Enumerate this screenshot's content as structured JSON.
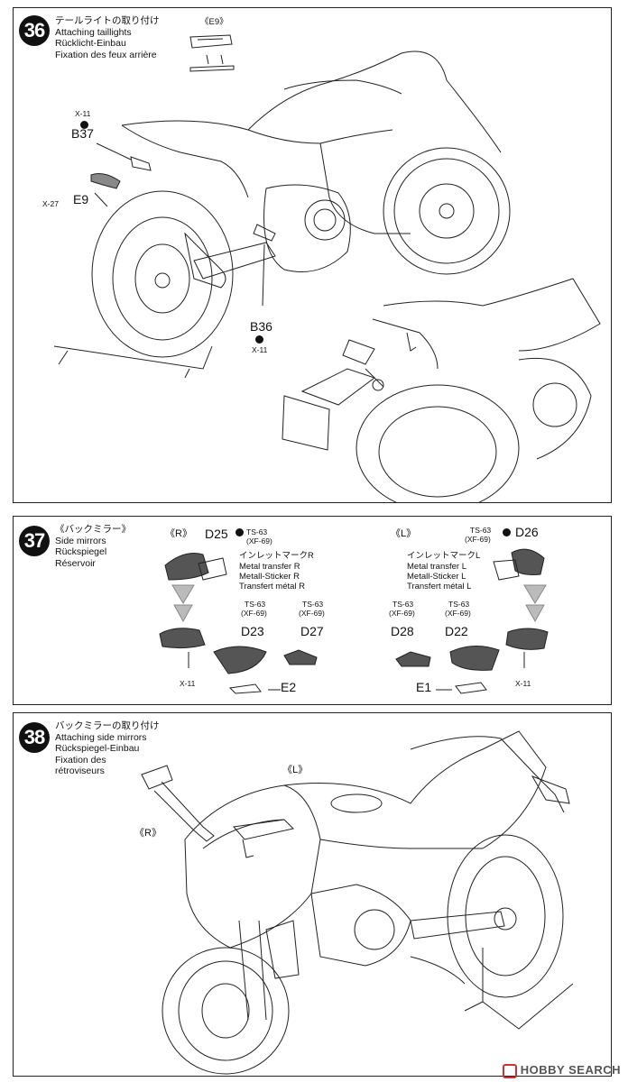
{
  "step36": {
    "number": "36",
    "title_jp": "テールライトの取り付け",
    "title_en": "Attaching taillights",
    "title_de": "Rücklicht-Einbau",
    "title_fr": "Fixation des feux arrière",
    "inset_label": "《E9》",
    "parts": {
      "x11_a": "X-11",
      "b37": "B37",
      "x27": "X-27",
      "e9": "E9",
      "b36": "B36",
      "x11_b": "X-11"
    }
  },
  "step37": {
    "number": "37",
    "title_jp": "《バックミラー》",
    "title_en": "Side mirrors",
    "title_de": "Rückspiegel",
    "title_fr": "Réservoir",
    "right": {
      "side": "《R》",
      "d25": "D25",
      "paint_code": "TS-63",
      "paint_sub": "(XF-69)",
      "decal_jp": "インレットマークR",
      "decal_en": "Metal transfer R",
      "decal_de": "Metall-Sticker R",
      "decal_fr": "Transfert métal R",
      "d23_paint": "TS-63",
      "d23_paint_sub": "(XF-69)",
      "d23": "D23",
      "d27_paint": "TS-63",
      "d27_paint_sub": "(XF-69)",
      "d27": "D27",
      "x11": "X-11",
      "e2": "E2"
    },
    "left": {
      "side": "《L》",
      "d26": "D26",
      "paint_code": "TS-63",
      "paint_sub": "(XF-69)",
      "decal_jp": "インレットマークL",
      "decal_en": "Metal transfer L",
      "decal_de": "Metall-Sticker L",
      "decal_fr": "Transfert métal L",
      "d28_paint": "TS-63",
      "d28_paint_sub": "(XF-69)",
      "d28": "D28",
      "d22_paint": "TS-63",
      "d22_paint_sub": "(XF-69)",
      "d22": "D22",
      "x11": "X-11",
      "e1": "E1"
    }
  },
  "step38": {
    "number": "38",
    "title_jp": "バックミラーの取り付け",
    "title_en": "Attaching side mirrors",
    "title_de": "Rückspiegel-Einbau",
    "title_fr1": "Fixation des",
    "title_fr2": "rétroviseurs",
    "label_l": "《L》",
    "label_r": "《R》"
  },
  "watermark": "HOBBY SEARCH",
  "icons": [
    "cement-drop-icon",
    "paint-dot-icon",
    "arrow-icon"
  ]
}
